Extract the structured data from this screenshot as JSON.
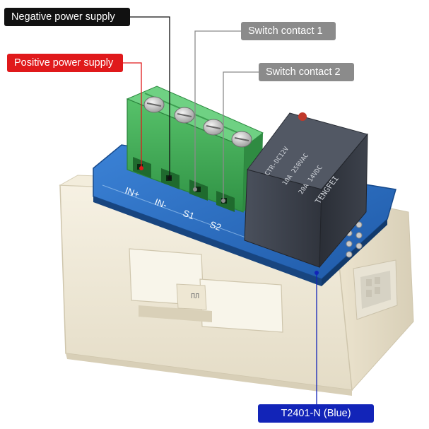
{
  "callouts": {
    "negative": "Negative power supply",
    "positive": "Positive power supply",
    "switch1": "Switch contact 1",
    "switch2": "Switch contact 2",
    "model": "T2401-N (Blue)"
  },
  "board": {
    "pins": [
      "IN+",
      "IN-",
      "S1",
      "S2"
    ]
  },
  "relay": {
    "brand": "TENGFEI",
    "model": "CTR-DC12V",
    "line1": "10A 250VAC",
    "line2": "20A 14VDC"
  },
  "colors": {
    "negative": "#111111",
    "positive": "#e0191b",
    "switch": "#8b8b8b",
    "model": "#1224b8",
    "pcb": "#2c6fc4",
    "terminal": "#3daa4f",
    "relay": "#3a3f4a",
    "housing": "#efe8d6"
  }
}
